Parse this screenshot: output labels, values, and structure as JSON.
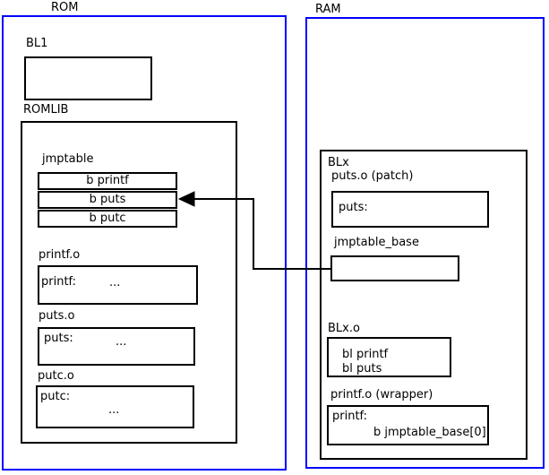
{
  "diagram": {
    "rom": {
      "title": "ROM",
      "bl1_label": "BL1",
      "romlib_label": "ROMLIB",
      "jmptable": {
        "label": "jmptable",
        "rows": [
          "b printf",
          "b puts",
          "b putc"
        ]
      },
      "printf_o": {
        "label": "printf.o",
        "symbol": "printf:",
        "dots": "..."
      },
      "puts_o": {
        "label": "puts.o",
        "symbol": "puts:",
        "dots": "..."
      },
      "putc_o": {
        "label": "putc.o",
        "symbol": "putc:",
        "dots": "..."
      }
    },
    "ram": {
      "title": "RAM",
      "blx_label": "BLx",
      "puts_patch": {
        "label": "puts.o (patch)",
        "symbol": "puts:"
      },
      "jmptable_base_label": "jmptable_base",
      "blx_o": {
        "label": "BLx.o",
        "lines": [
          "bl printf",
          "bl puts"
        ]
      },
      "printf_wrapper": {
        "label": "printf.o (wrapper)",
        "symbol": "printf:",
        "instruction": "b jmptable_base[0]"
      }
    },
    "colors": {
      "frame_blue": "#0000ff",
      "line_black": "#000000"
    }
  }
}
